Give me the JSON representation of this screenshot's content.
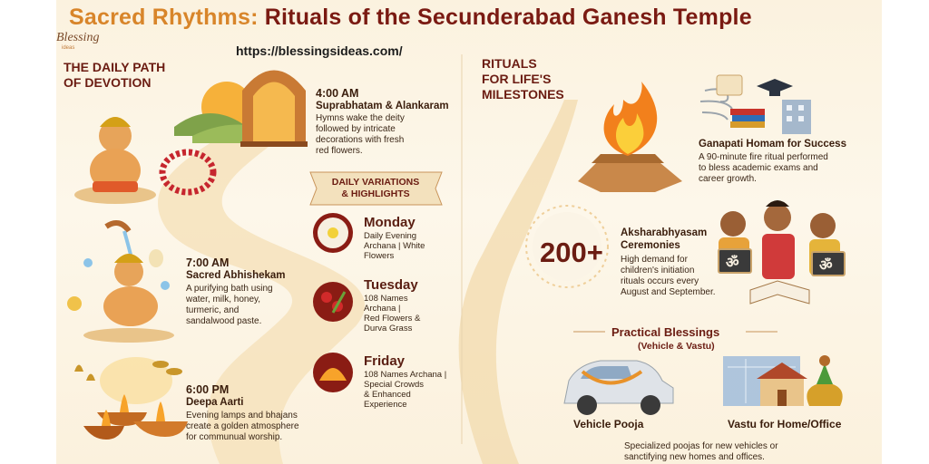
{
  "header": {
    "title_part1": "Sacred Rhythms:",
    "title_part2": " Rituals of the Secunderabad Ganesh Temple",
    "url": "https://blessingsideas.com/",
    "logo": "Blessing",
    "logo_sub": "ideas"
  },
  "left_section": {
    "heading": "THE DAILY PATH\nOF DEVOTION",
    "rituals": [
      {
        "time": "4:00 AM",
        "name": "Suprabhatam & Alankaram",
        "description": "Hymns wake the deity\nfollowed by intricate\ndecorations with fresh\nred flowers."
      },
      {
        "time": "7:00 AM",
        "name": "Sacred Abhishekam",
        "description": "A purifying bath using\nwater, milk, honey,\nturmeric, and\nsandalwood paste."
      },
      {
        "time": "6:00 PM",
        "name": "Deepa Aarti",
        "description": "Evening lamps and bhajans\ncreate a golden atmosphere\nfor communual worship."
      }
    ]
  },
  "daily_variations": {
    "banner": "DAILY VARIATIONS\n& HIGHLIGHTS",
    "days": [
      {
        "day": "Monday",
        "details": "Daily Evening\nArchana | White\nFlowers"
      },
      {
        "day": "Tuesday",
        "details": "108 Names\nArchana |\nRed Flowers &\nDurva Grass"
      },
      {
        "day": "Friday",
        "details": "108 Names Archana |\nSpecial Crowds\n& Enhanced\nExperience"
      }
    ]
  },
  "right_section": {
    "heading": "RITUALS\nFOR LIFE'S\nMILESTONES",
    "homam": {
      "title": "Ganapati Homam for Success",
      "description": "A 90-minute fire ritual performed\nto bless academic exams and\ncareer growth."
    },
    "akshara": {
      "count": "200+",
      "title": "Aksharabhyasam\nCeremonies",
      "description": "High demand for\nchildren's initiation\nrituals occurs every\nAugust and September."
    },
    "practical": {
      "title": "Practical Blessings",
      "subtitle": "(Vehicle & Vastu)",
      "vehicle_label": "Vehicle Pooja",
      "vastu_label": "Vastu for Home/Office",
      "footer": "Specialized poojas for new vehicles or\nsanctifying new homes and offices."
    },
    "slate_symbol": "ॐ"
  },
  "colors": {
    "title_gold": "#d8852a",
    "title_maroon": "#7a1a12",
    "background": "#fbf2df",
    "path": "#f6e3bf",
    "flame": "#f2801c"
  }
}
